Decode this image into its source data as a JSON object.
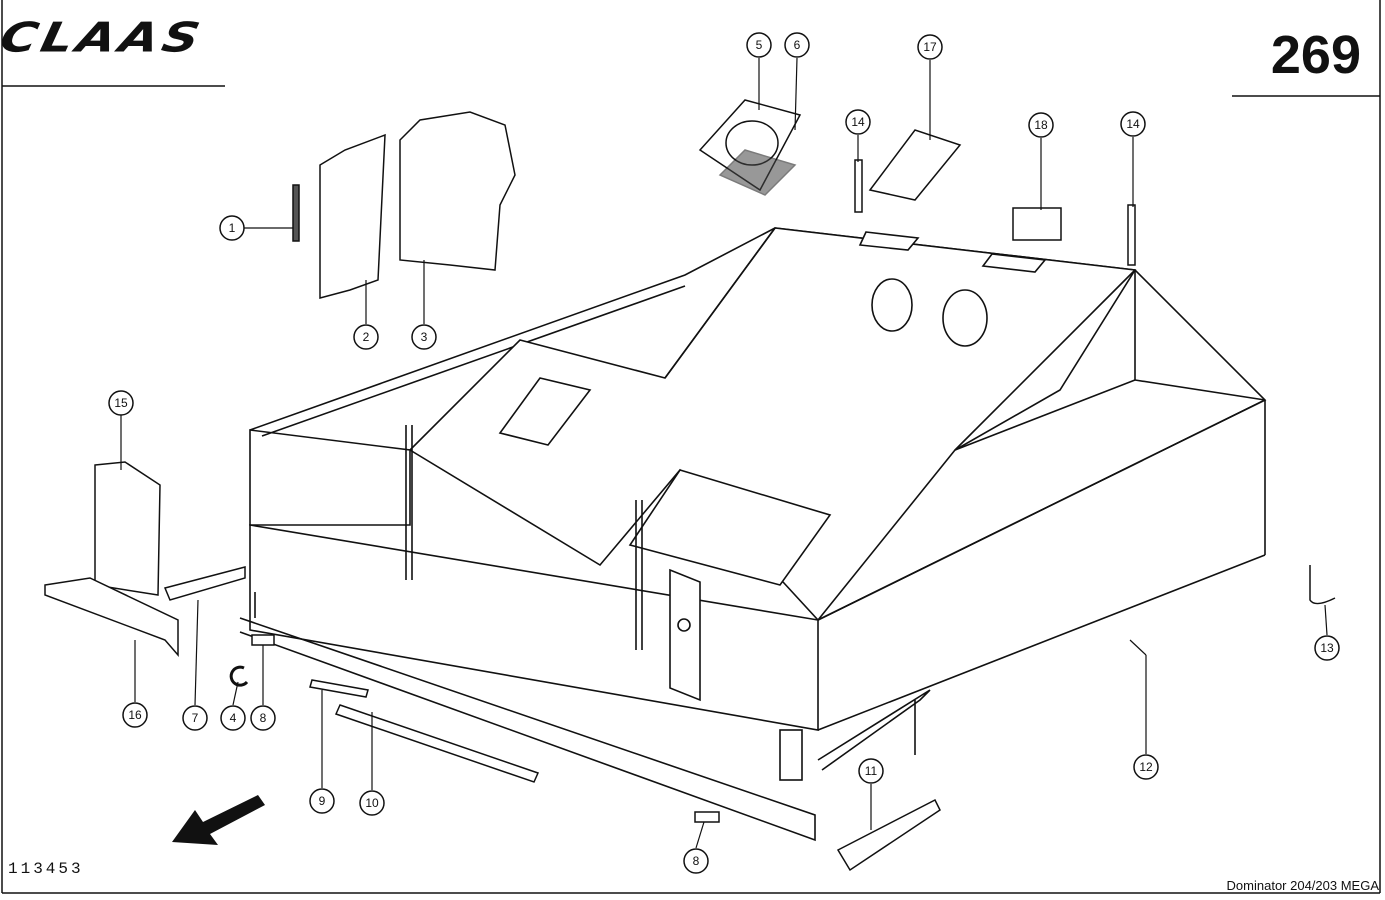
{
  "header": {
    "brand": "CLAAS",
    "page_number": "269"
  },
  "footer": {
    "drawing_number": "113453",
    "model": "Dominator 204/203 MEGA"
  },
  "callouts": [
    {
      "id": "c1",
      "label": "1"
    },
    {
      "id": "c2",
      "label": "2"
    },
    {
      "id": "c3",
      "label": "3"
    },
    {
      "id": "c4",
      "label": "4"
    },
    {
      "id": "c5",
      "label": "5"
    },
    {
      "id": "c6",
      "label": "6"
    },
    {
      "id": "c7",
      "label": "7"
    },
    {
      "id": "c8a",
      "label": "8"
    },
    {
      "id": "c8b",
      "label": "8"
    },
    {
      "id": "c9",
      "label": "9"
    },
    {
      "id": "c10",
      "label": "10"
    },
    {
      "id": "c11",
      "label": "11"
    },
    {
      "id": "c12",
      "label": "12"
    },
    {
      "id": "c13",
      "label": "13"
    },
    {
      "id": "c14a",
      "label": "14"
    },
    {
      "id": "c14b",
      "label": "14"
    },
    {
      "id": "c15",
      "label": "15"
    },
    {
      "id": "c16",
      "label": "16"
    },
    {
      "id": "c17",
      "label": "17"
    },
    {
      "id": "c18",
      "label": "18"
    }
  ]
}
